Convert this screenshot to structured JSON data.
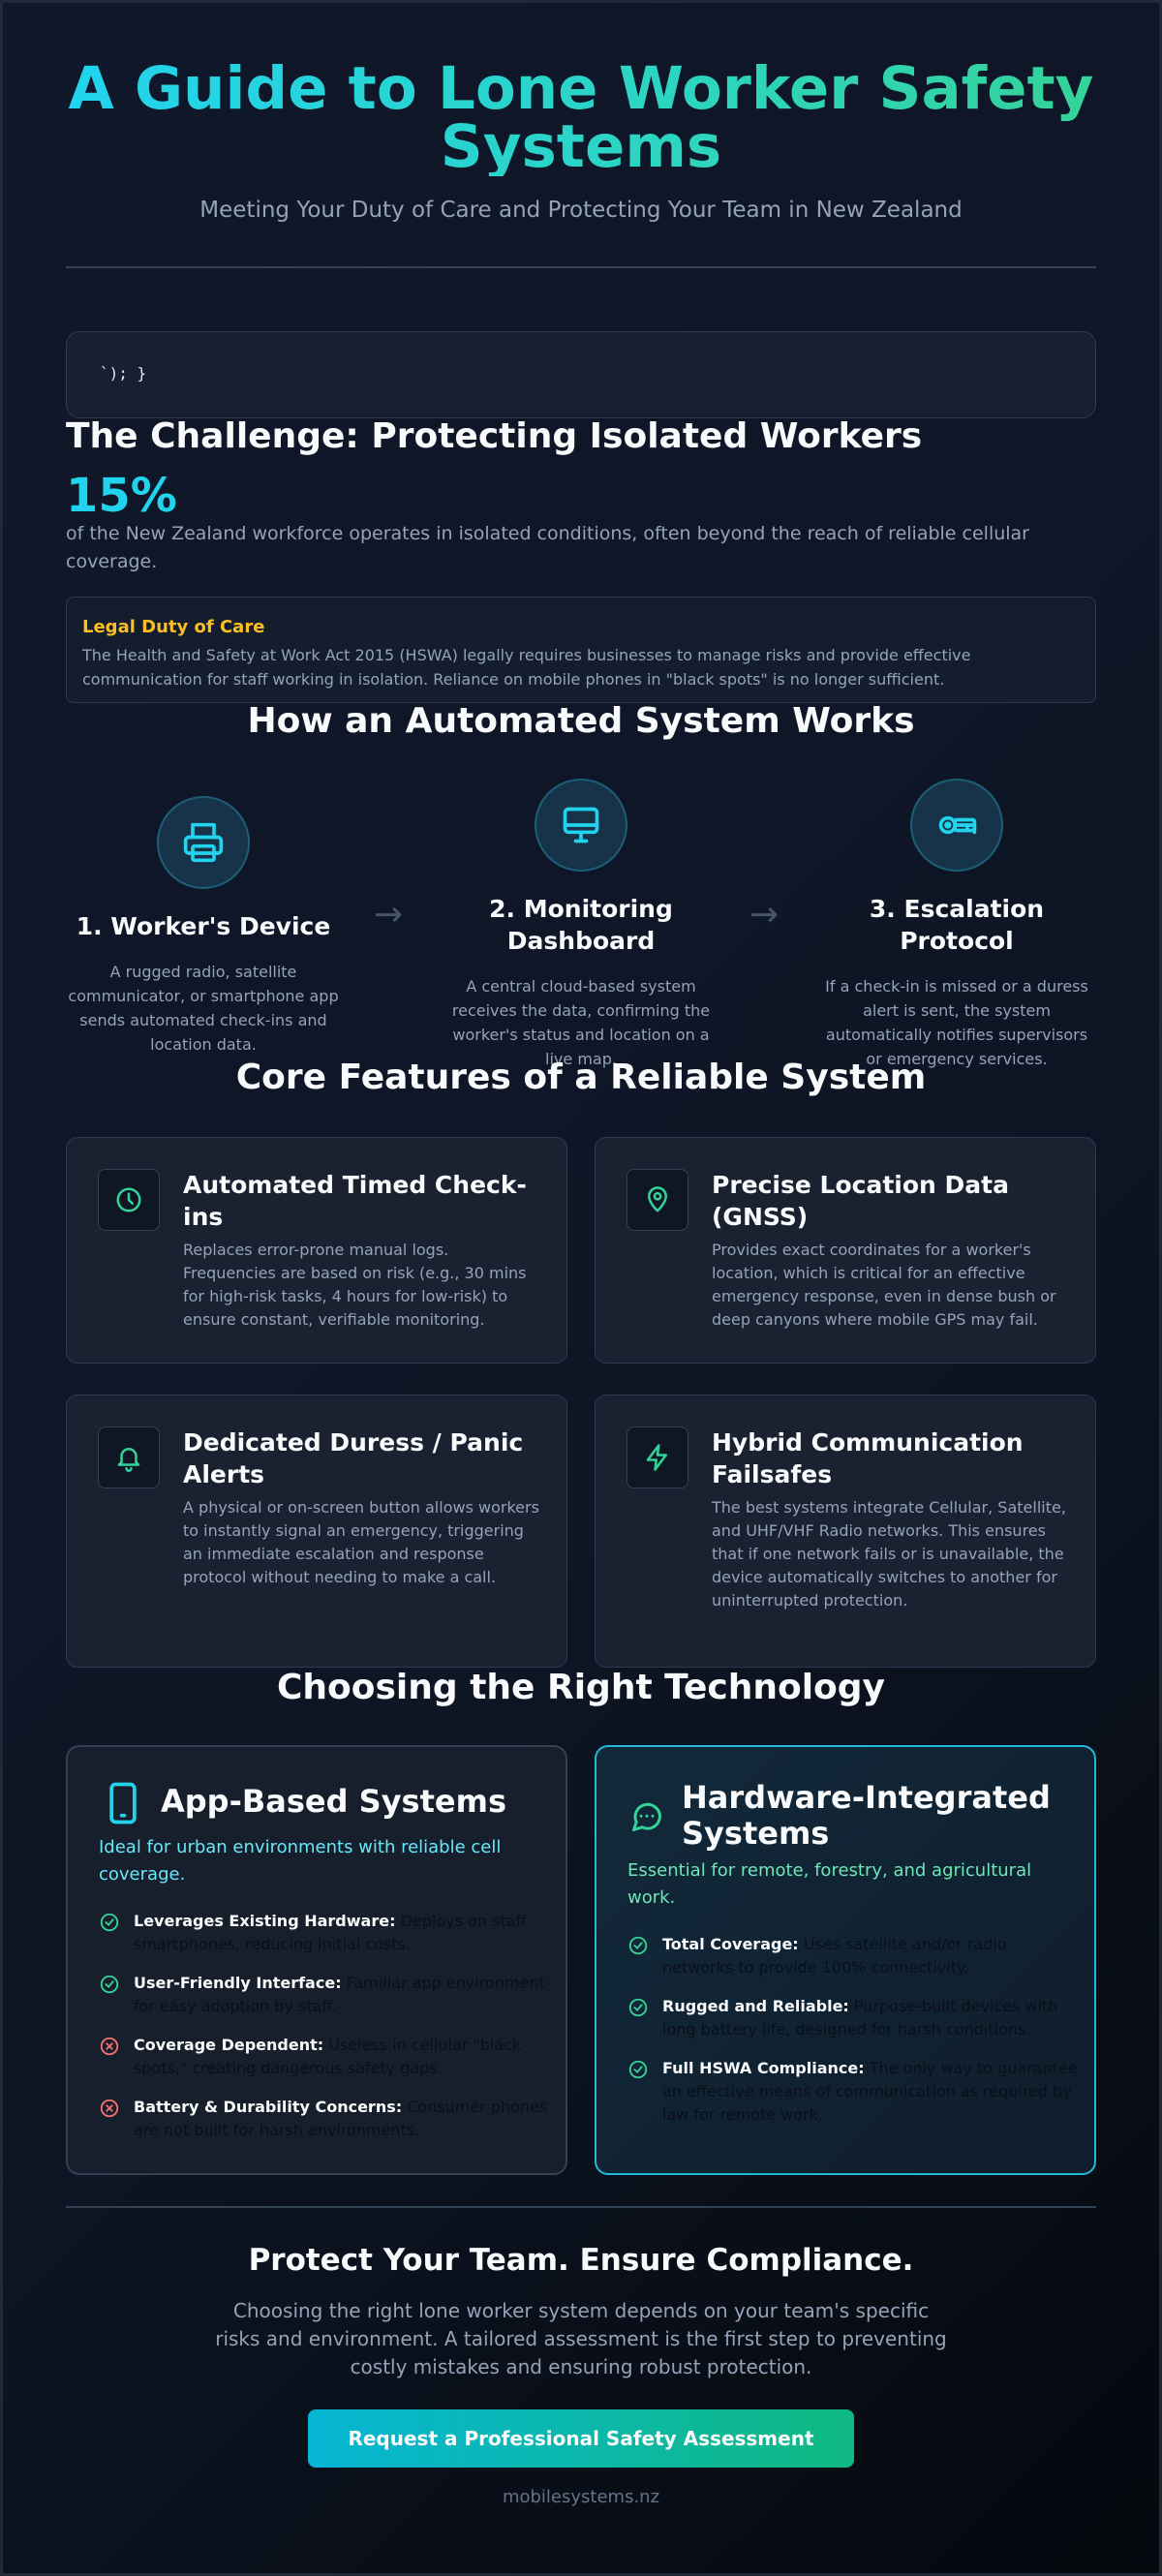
{
  "header": {
    "title": "A Guide to Lone Worker Safety Systems",
    "subtitle": "Meeting Your Duty of Care and Protecting Your Team in New Zealand"
  },
  "code_box": {
    "text": "`); }"
  },
  "challenge": {
    "title": "The Challenge: Protecting Isolated Workers",
    "stat_value": "15%",
    "stat_text": "of the New Zealand workforce operates in isolated conditions, often beyond the reach of reliable cellular coverage.",
    "duty_title": "Legal Duty of Care",
    "duty_text": "The Health and Safety at Work Act 2015 (HSWA) legally requires businesses to manage risks and provide effective communication for staff working in isolation. Reliance on mobile phones in \"black spots\" is no longer sufficient."
  },
  "how": {
    "title": "How an Automated System Works",
    "steps": [
      {
        "title": "1. Worker's Device",
        "desc": "A rugged radio, satellite communicator, or smartphone app sends automated check-ins and location data.",
        "icon": "printer-icon"
      },
      {
        "title": "2. Monitoring Dashboard",
        "desc": "A central cloud-based system receives the data, confirming the worker's status and location on a live map.",
        "icon": "monitor-icon"
      },
      {
        "title": "3. Escalation Protocol",
        "desc": "If a check-in is missed or a duress alert is sent, the system automatically notifies supervisors or emergency services.",
        "icon": "key-icon"
      }
    ],
    "arrow": "→"
  },
  "features": {
    "title": "Core Features of a Reliable System",
    "items": [
      {
        "title": "Automated Timed Check-ins",
        "desc": "Replaces error-prone manual logs. Frequencies are based on risk (e.g., 30 mins for high-risk tasks, 4 hours for low-risk) to ensure constant, verifiable monitoring.",
        "icon": "clock-icon"
      },
      {
        "title": "Precise Location Data (GNSS)",
        "desc": "Provides exact coordinates for a worker's location, which is critical for an effective emergency response, even in dense bush or deep canyons where mobile GPS may fail.",
        "icon": "map-pin-icon"
      },
      {
        "title": "Dedicated Duress / Panic Alerts",
        "desc": "A physical or on-screen button allows workers to instantly signal an emergency, triggering an immediate escalation and response protocol without needing to make a call.",
        "icon": "bell-icon"
      },
      {
        "title": "Hybrid Communication Failsafes",
        "desc": "The best systems integrate Cellular, Satellite, and UHF/VHF Radio networks. This ensures that if one network fails or is unavailable, the device automatically switches to another for uninterrupted protection.",
        "icon": "lightning-icon"
      }
    ]
  },
  "tech": {
    "title": "Choosing the Right Technology",
    "app": {
      "title": "App-Based Systems",
      "subtitle": "Ideal for urban environments with reliable cell coverage.",
      "items": [
        {
          "label": "Leverages Existing Hardware:",
          "text": "Deploys on staff smartphones, reducing initial costs.",
          "status": "pro"
        },
        {
          "label": "User-Friendly Interface:",
          "text": "Familiar app environment for easy adoption by staff.",
          "status": "pro"
        },
        {
          "label": "Coverage Dependent:",
          "text": "Useless in cellular \"black spots,\" creating dangerous safety gaps.",
          "status": "con"
        },
        {
          "label": "Battery & Durability Concerns:",
          "text": "Consumer phones are not built for harsh environments.",
          "status": "con"
        }
      ]
    },
    "hardware": {
      "title": "Hardware-Integrated Systems",
      "subtitle": "Essential for remote, forestry, and agricultural work.",
      "items": [
        {
          "label": "Total Coverage:",
          "text": "Uses satellite and/or radio networks to provide 100% connectivity.",
          "status": "pro"
        },
        {
          "label": "Rugged and Reliable:",
          "text": "Purpose-built devices with long battery life, designed for harsh conditions.",
          "status": "pro"
        },
        {
          "label": "Full HSWA Compliance:",
          "text": "The only way to guarantee an effective means of communication as required by law for remote work.",
          "status": "pro"
        }
      ]
    }
  },
  "cta": {
    "title": "Protect Your Team. Ensure Compliance.",
    "text": "Choosing the right lone worker system depends on your team's specific risks and environment. A tailored assessment is the first step to preventing costly mistakes and ensuring robust protection.",
    "button": "Request a Professional Safety Assessment"
  },
  "footer": {
    "text": "mobilesystems.nz"
  },
  "colors": {
    "accent_cyan": "#22d3ee",
    "accent_green": "#34d399",
    "warning": "#fbbf24",
    "danger": "#f87171"
  }
}
